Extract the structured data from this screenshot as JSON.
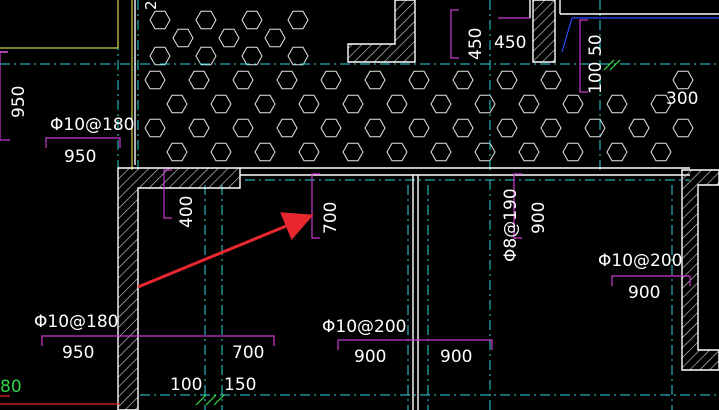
{
  "colors": {
    "background": "#000000",
    "wall_outline": "#ffffff",
    "dimension_line": "#c83ad0",
    "axis_line": "#2ad6e0",
    "leader_line": "#ffff66",
    "accent_arrow": "#e8282e",
    "green_marker": "#35e04a",
    "blue_line": "#2a4cff"
  },
  "labels": {
    "a": "950",
    "b": "Φ10@180",
    "c": "950",
    "d": "450",
    "e": "450",
    "f": "50",
    "g": "100",
    "h": "300",
    "i": "400",
    "j": "700",
    "k": "Φ8@190",
    "l": "900",
    "m": "Φ10@200",
    "n": "900",
    "o": "Φ10@180",
    "p": "950",
    "q": "700",
    "r": "Φ10@200",
    "s": "900",
    "t": "900",
    "u": "100",
    "v": "150",
    "w": "80",
    "x": "2"
  }
}
